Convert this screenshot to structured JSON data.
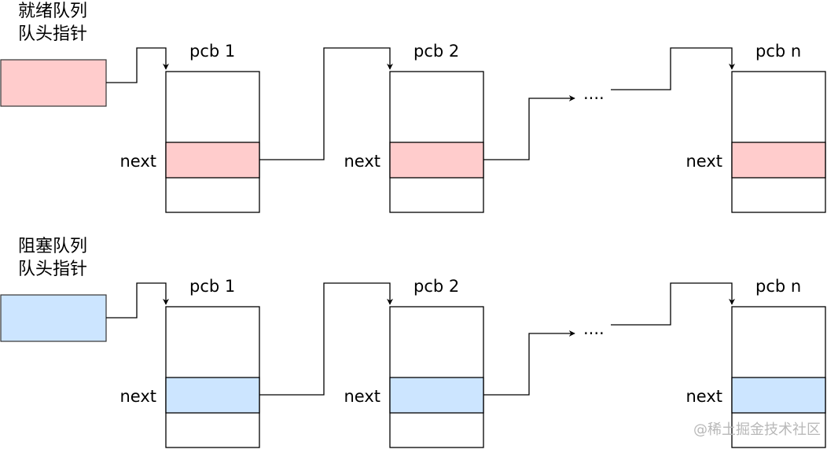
{
  "queues": [
    {
      "head_label_lines": [
        "就绪队列",
        "队头指针"
      ],
      "fill": "#ffcccc",
      "pcbs": [
        {
          "title": "pcb 1",
          "next_label": "next"
        },
        {
          "title": "pcb 2",
          "next_label": "next"
        },
        {
          "title": "pcb n",
          "next_label": "next"
        }
      ],
      "ellipsis": "...."
    },
    {
      "head_label_lines": [
        "阻塞队列",
        "队头指针"
      ],
      "fill": "#cce5ff",
      "pcbs": [
        {
          "title": "pcb 1",
          "next_label": "next"
        },
        {
          "title": "pcb 2",
          "next_label": "next"
        },
        {
          "title": "pcb n",
          "next_label": "next"
        }
      ],
      "ellipsis": "...."
    }
  ],
  "watermark": "@稀土掘金技术社区"
}
